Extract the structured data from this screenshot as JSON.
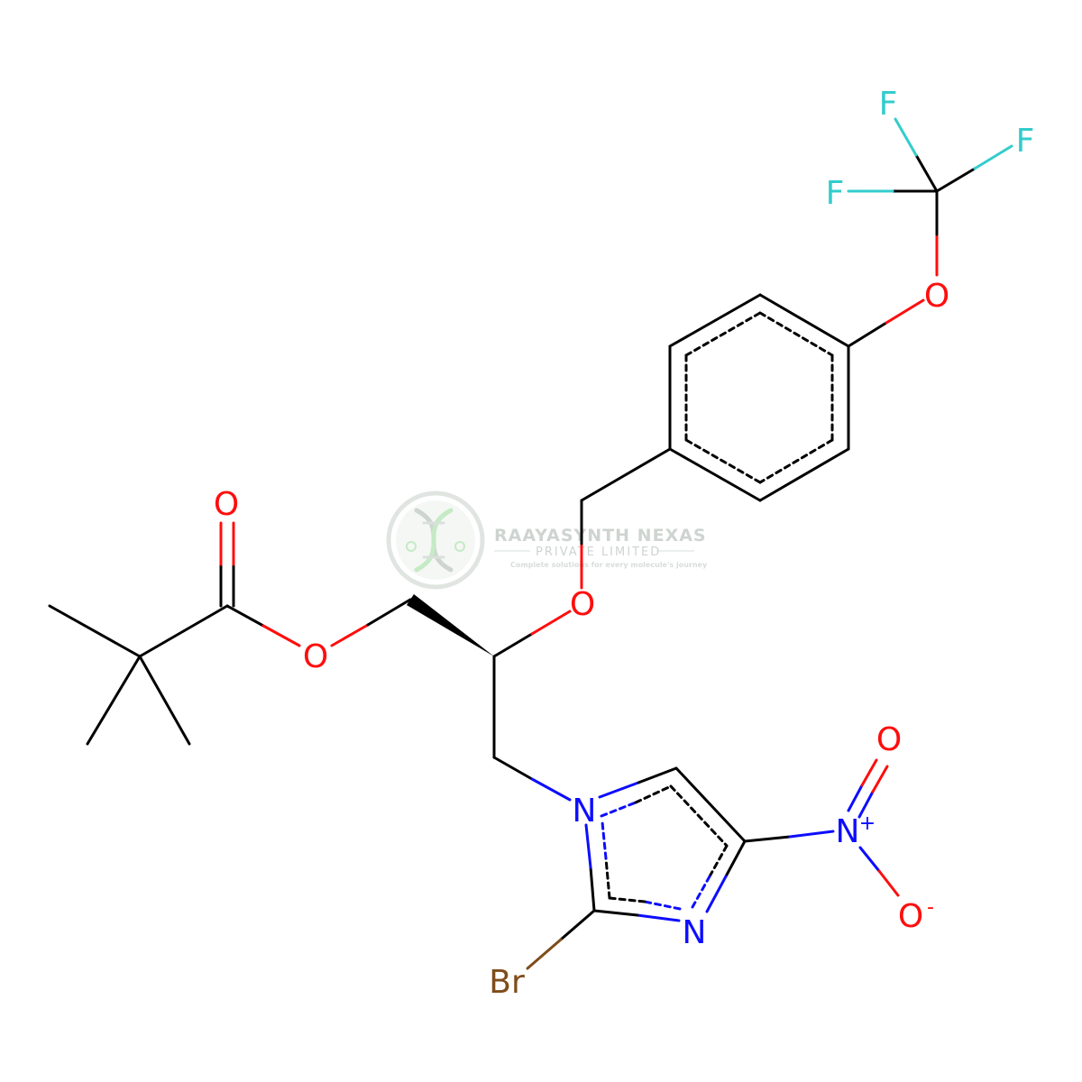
{
  "colors": {
    "bond": "#000000",
    "oxygen": "#ff0d0d",
    "nitrogen": "#0d0dff",
    "fluorine": "#33cccc",
    "bromine": "#7f4c19",
    "watermark": "#c8d2cc",
    "watermark_accent": "#bfe8bf"
  },
  "watermark": {
    "company": "RAAYASYNTH NEXAS",
    "subtitle": "PRIVATE LIMITED",
    "tagline": "Complete solutions for every molecule's journey",
    "logo_icon": "dna-helix-icon"
  },
  "atoms": {
    "o_carbonyl": "O",
    "o_ester": "O",
    "o_ether": "O",
    "o_aryl": "O",
    "f1": "F",
    "f2": "F",
    "f3": "F",
    "n1": "N",
    "n3": "N",
    "n_nitro": "N",
    "n_nitro_charge": "+",
    "o_nitro_double": "O",
    "o_nitro_minus": "O",
    "o_nitro_minus_charge": "-",
    "br": "Br"
  }
}
